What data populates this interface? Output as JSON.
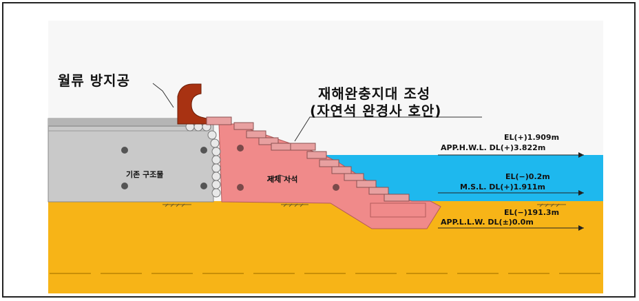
{
  "labels": {
    "overflow_prevention": "월류 방지공",
    "buffer_zone_line1": "재해완충지대 조성",
    "buffer_zone_line2": "(자연석 완경사 호안)",
    "existing_structure": "기존 구조물",
    "body_riprap": "제체 사석"
  },
  "water_levels": [
    {
      "el": "EL(+)1.909m",
      "datum": "APP.H.W.L. DL(+)3.822m"
    },
    {
      "el": "EL(−)0.2m",
      "datum": "M.S.L. DL(+)1.911m"
    },
    {
      "el": "EL(−)191.3m",
      "datum": "APP.L.L.W. DL(±)0.0m"
    }
  ],
  "colors": {
    "sea": "#1EB8EE",
    "seabed": "#F7B417",
    "existing_structure": "#C9C9C9",
    "riprap_body": "#F08A8A",
    "parapet": "#A83212",
    "blocks": "#E8A0A0"
  }
}
